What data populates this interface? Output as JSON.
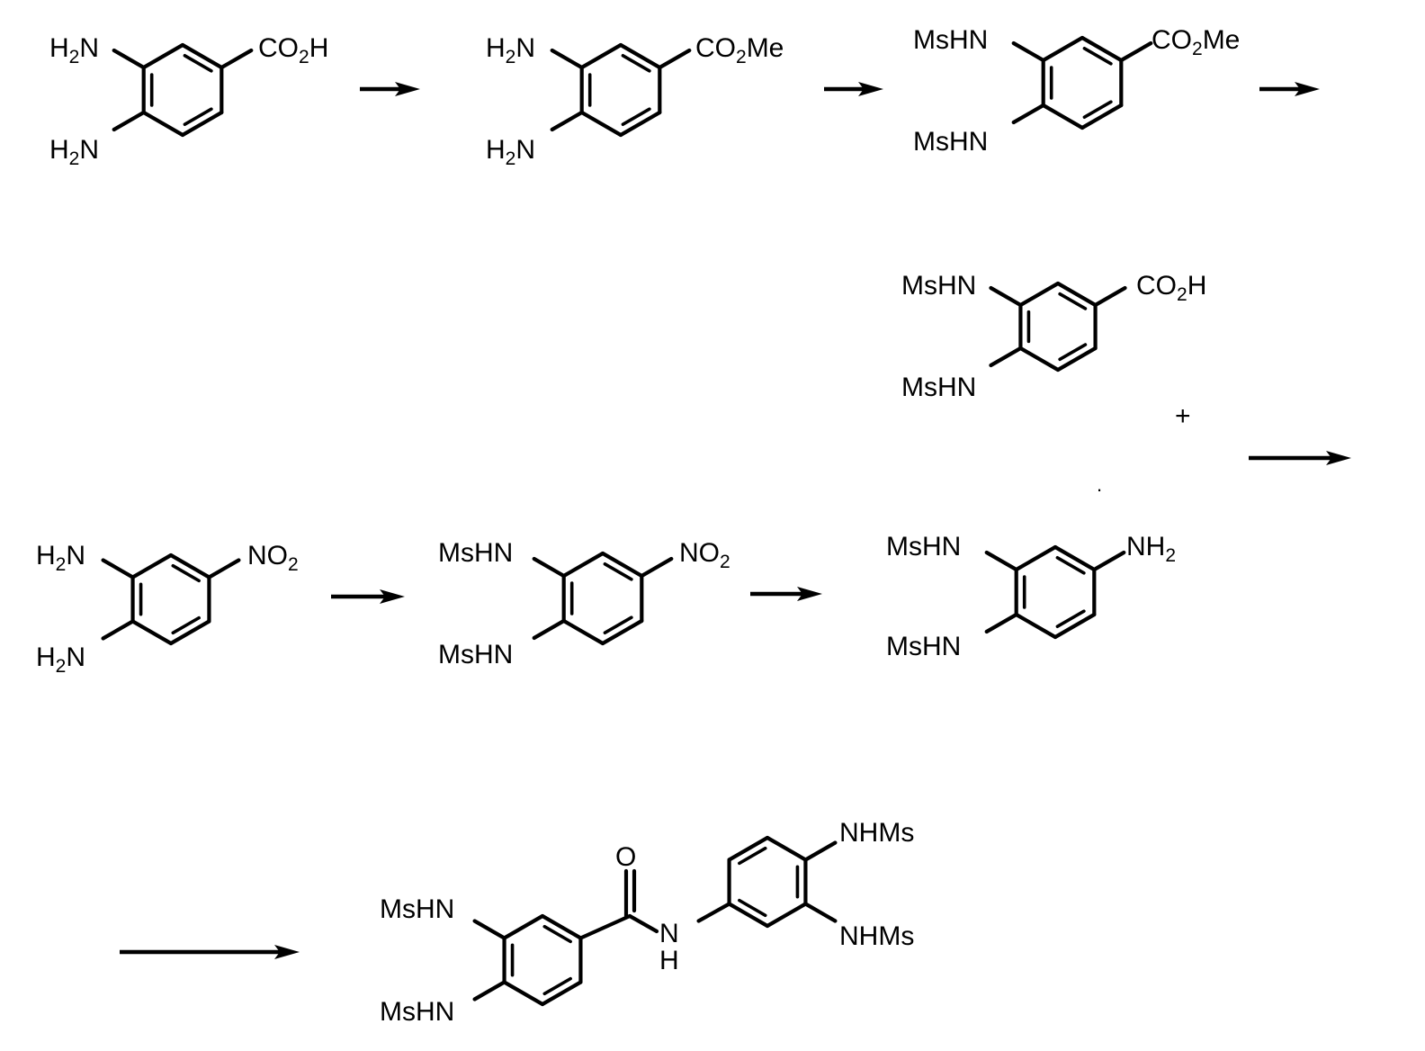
{
  "scheme": {
    "title": "Synthesis of bis(methanesulfonamido)benzamide",
    "plus_sign": "+",
    "stray_dot": "."
  },
  "molecules": {
    "m1": {
      "name": "3,4-diaminobenzoic acid",
      "sub_top": "H2N",
      "sub_bottom": "H2N",
      "sub_right": "CO2H"
    },
    "m2": {
      "name": "methyl 3,4-diaminobenzoate",
      "sub_top": "H2N",
      "sub_bottom": "H2N",
      "sub_right": "CO2Me"
    },
    "m3": {
      "name": "methyl 3,4-bis(methanesulfonamido)benzoate",
      "sub_top": "MsHN",
      "sub_bottom": "MsHN",
      "sub_right": "CO2Me"
    },
    "m4": {
      "name": "3,4-bis(methanesulfonamido)benzoic acid",
      "sub_top": "MsHN",
      "sub_bottom": "MsHN",
      "sub_right": "CO2H"
    },
    "m5": {
      "name": "4-nitro-1,2-phenylenediamine",
      "sub_top": "H2N",
      "sub_bottom": "H2N",
      "sub_right": "NO2"
    },
    "m6": {
      "name": "bis-mesyl nitro compound",
      "sub_top": "MsHN",
      "sub_bottom": "MsHN",
      "sub_right": "NO2"
    },
    "m7": {
      "name": "bis-mesyl aniline",
      "sub_top": "MsHN",
      "sub_bottom": "MsHN",
      "sub_right": "NH2"
    },
    "m8": {
      "name": "amide product",
      "sub_top": "MsHN",
      "sub_bottom": "MsHN",
      "carbonyl_o": "O",
      "amide_n": "N",
      "amide_h": "H",
      "sub_right_top": "NHMs",
      "sub_right_bottom": "NHMs"
    }
  },
  "arrows": [
    {
      "from": "m1",
      "to": "m2"
    },
    {
      "from": "m2",
      "to": "m3"
    },
    {
      "from": "m3",
      "to": "m4"
    },
    {
      "from": "m4+m7",
      "to": "m8"
    },
    {
      "from": "m5",
      "to": "m6"
    },
    {
      "from": "m6",
      "to": "m7"
    },
    {
      "from": "m4+m7",
      "to": "m8",
      "note": "continuation"
    }
  ]
}
